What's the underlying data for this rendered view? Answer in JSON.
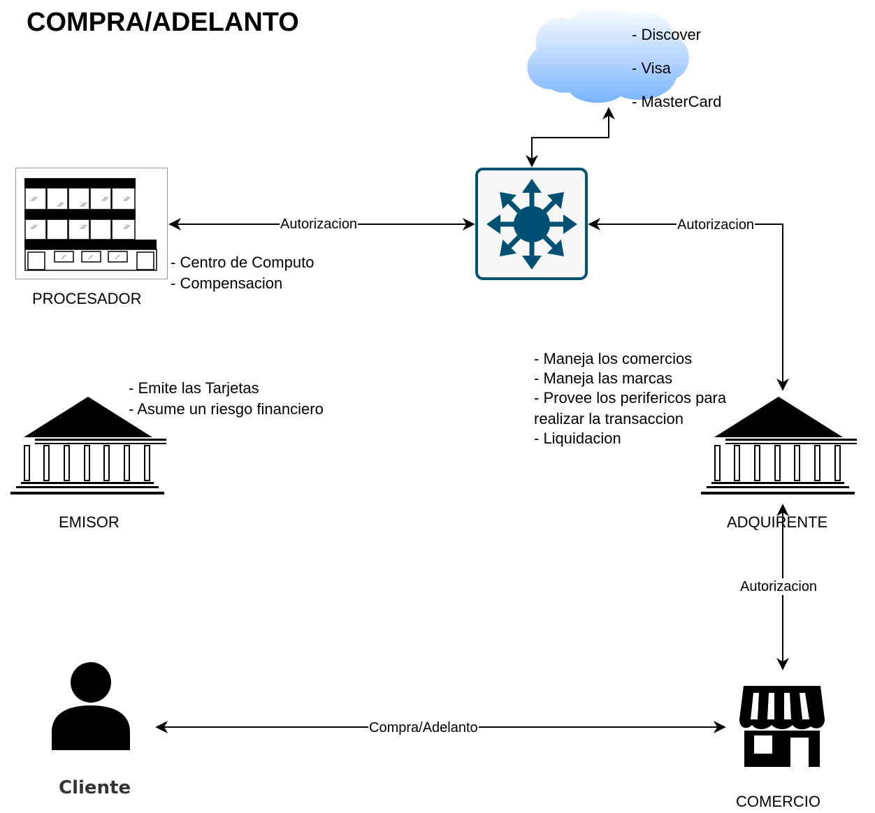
{
  "title": "COMPRA/ADELANTO",
  "nodes": {
    "procesador": {
      "label": "PROCESADOR"
    },
    "emisor": {
      "label": "EMISOR"
    },
    "adquirente": {
      "label": "ADQUIRENTE"
    },
    "comercio": {
      "label": "COMERCIO"
    },
    "cliente": {
      "label": "Cliente"
    },
    "switch": {
      "icon": "network-switch-icon"
    },
    "card_networks": {
      "icon": "cloud-icon"
    }
  },
  "descriptions": {
    "networks": [
      "- Discover",
      "- Visa",
      "- MasterCard"
    ],
    "procesador": [
      "- Centro de Computo",
      "- Compensacion"
    ],
    "emisor": [
      "- Emite las Tarjetas",
      "- Asume un riesgo financiero"
    ],
    "adquirente": [
      "- Maneja los comercios",
      "- Maneja las marcas",
      "- Provee los perifericos para",
      "realizar la transaccion",
      "- Liquidacion"
    ]
  },
  "edges": {
    "procesador_switch": "Autorizacion",
    "switch_adquirente": "Autorizacion",
    "adquirente_comercio": "Autorizacion",
    "cliente_comercio": "Compra/Adelanto"
  },
  "colors": {
    "switch": "#005073",
    "switch_bg": "#f7f7f7",
    "cloud_top": "#ffffff",
    "cloud_bottom": "#7ab5ff"
  }
}
